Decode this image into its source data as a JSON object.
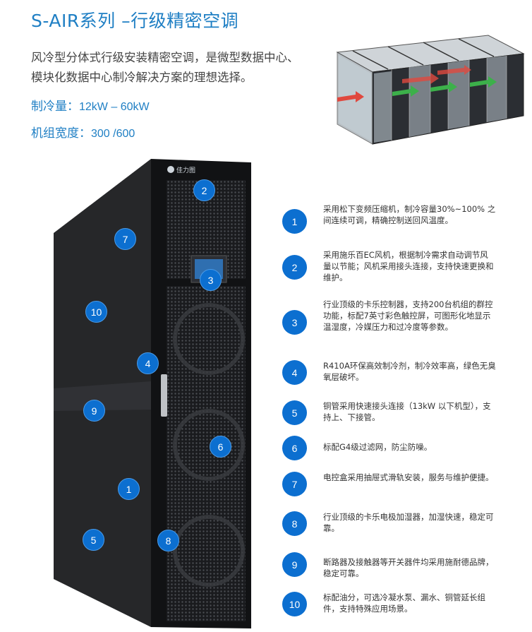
{
  "title": "S-AIR系列 –行级精密空调",
  "intro": {
    "line1": "风冷型分体式行级安装精密空调，是微型数据中心、",
    "line2": "模块化数据中心制冷解决方案的理想选择。"
  },
  "specs": [
    {
      "label": "制冷量：",
      "value": "12kW – 60kW"
    },
    {
      "label": "机组宽度：",
      "value": "300 /600"
    }
  ],
  "brand_logo_text": "佳力图",
  "colors": {
    "accent": "#1f7fc4",
    "marker": "#0c6fd0"
  },
  "markers": [
    "2",
    "7",
    "3",
    "10",
    "4",
    "9",
    "6",
    "1",
    "5",
    "8"
  ],
  "features": [
    {
      "number": "1",
      "text": "采用松下变频压缩机，制冷容量30%~100% 之间连续可调，精确控制送回风温度。"
    },
    {
      "number": "2",
      "text": "采用施乐百EC风机，根据制冷需求自动调节风量以节能；风机采用接头连接，支持快速更换和维护。"
    },
    {
      "number": "3",
      "text": "行业顶级的卡乐控制器，支持200台机组的群控功能，标配7英寸彩色触控屏，可图形化地显示温湿度，冷媒压力和过冷度等参数。"
    },
    {
      "number": "4",
      "text": "R410A环保高效制冷剂，制冷效率高，绿色无臭氧层破坏。"
    },
    {
      "number": "5",
      "text": "铜管采用快速接头连接（13kW 以下机型），支持上、下接管。"
    },
    {
      "number": "6",
      "text": "标配G4级过滤网，防尘防噪。"
    },
    {
      "number": "7",
      "text": "电控盒采用抽屉式滑轨安装，服务与维护便捷。"
    },
    {
      "number": "8",
      "text": "行业顶级的卡乐电极加湿器，加湿快速，稳定可靠。"
    },
    {
      "number": "9",
      "text": "断路器及接触器等开关器件均采用施耐德品牌，稳定可靠。"
    },
    {
      "number": "10",
      "text": "标配油分，可选冷凝水泵、漏水、铜管延长组件，支持特殊应用场景。"
    }
  ]
}
